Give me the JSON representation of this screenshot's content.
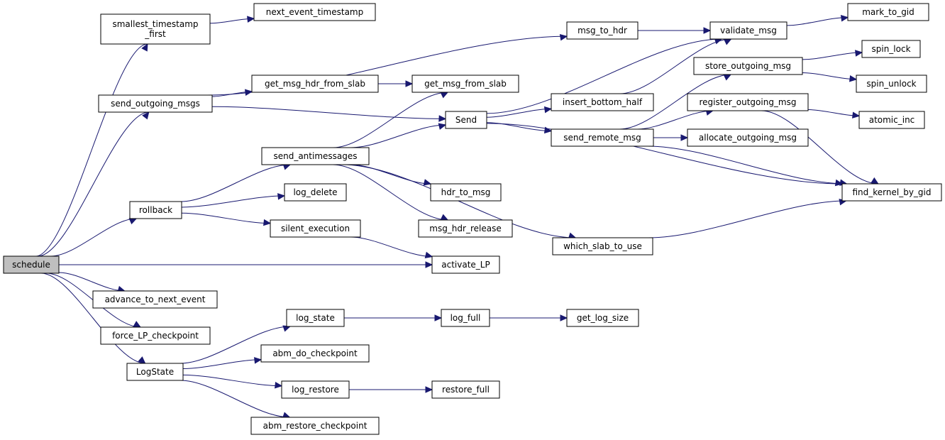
{
  "diagram": {
    "type": "call-graph",
    "nodes": [
      {
        "id": "schedule",
        "label": "schedule",
        "root": true
      },
      {
        "id": "smallest_timestamp_first",
        "label": "smallest_timestamp\n_first"
      },
      {
        "id": "next_event_timestamp",
        "label": "next_event_timestamp"
      },
      {
        "id": "send_outgoing_msgs",
        "label": "send_outgoing_msgs"
      },
      {
        "id": "msg_to_hdr",
        "label": "msg_to_hdr"
      },
      {
        "id": "validate_msg",
        "label": "validate_msg"
      },
      {
        "id": "mark_to_gid",
        "label": "mark_to_gid"
      },
      {
        "id": "get_msg_hdr_from_slab",
        "label": "get_msg_hdr_from_slab"
      },
      {
        "id": "get_msg_from_slab",
        "label": "get_msg_from_slab"
      },
      {
        "id": "Send",
        "label": "Send"
      },
      {
        "id": "insert_bottom_half",
        "label": "insert_bottom_half"
      },
      {
        "id": "store_outgoing_msg",
        "label": "store_outgoing_msg"
      },
      {
        "id": "spin_lock",
        "label": "spin_lock"
      },
      {
        "id": "spin_unlock",
        "label": "spin_unlock"
      },
      {
        "id": "register_outgoing_msg",
        "label": "register_outgoing_msg"
      },
      {
        "id": "atomic_inc",
        "label": "atomic_inc"
      },
      {
        "id": "send_remote_msg",
        "label": "send_remote_msg"
      },
      {
        "id": "allocate_outgoing_msg",
        "label": "allocate_outgoing_msg"
      },
      {
        "id": "find_kernel_by_gid",
        "label": "find_kernel_by_gid"
      },
      {
        "id": "send_antimessages",
        "label": "send_antimessages"
      },
      {
        "id": "hdr_to_msg",
        "label": "hdr_to_msg"
      },
      {
        "id": "msg_hdr_release",
        "label": "msg_hdr_release"
      },
      {
        "id": "rollback",
        "label": "rollback"
      },
      {
        "id": "log_delete",
        "label": "log_delete"
      },
      {
        "id": "silent_execution",
        "label": "silent_execution"
      },
      {
        "id": "which_slab_to_use",
        "label": "which_slab_to_use"
      },
      {
        "id": "activate_LP",
        "label": "activate_LP"
      },
      {
        "id": "advance_to_next_event",
        "label": "advance_to_next_event"
      },
      {
        "id": "force_LP_checkpoint",
        "label": "force_LP_checkpoint"
      },
      {
        "id": "log_state",
        "label": "log_state"
      },
      {
        "id": "log_full",
        "label": "log_full"
      },
      {
        "id": "get_log_size",
        "label": "get_log_size"
      },
      {
        "id": "abm_do_checkpoint",
        "label": "abm_do_checkpoint"
      },
      {
        "id": "LogState",
        "label": "LogState"
      },
      {
        "id": "log_restore",
        "label": "log_restore"
      },
      {
        "id": "restore_full",
        "label": "restore_full"
      },
      {
        "id": "abm_restore_checkpoint",
        "label": "abm_restore_checkpoint"
      }
    ],
    "edges": [
      [
        "schedule",
        "smallest_timestamp_first"
      ],
      [
        "schedule",
        "send_outgoing_msgs"
      ],
      [
        "schedule",
        "rollback"
      ],
      [
        "schedule",
        "activate_LP"
      ],
      [
        "schedule",
        "advance_to_next_event"
      ],
      [
        "schedule",
        "force_LP_checkpoint"
      ],
      [
        "schedule",
        "LogState"
      ],
      [
        "smallest_timestamp_first",
        "next_event_timestamp"
      ],
      [
        "send_outgoing_msgs",
        "msg_to_hdr"
      ],
      [
        "send_outgoing_msgs",
        "get_msg_hdr_from_slab"
      ],
      [
        "send_outgoing_msgs",
        "Send"
      ],
      [
        "msg_to_hdr",
        "validate_msg"
      ],
      [
        "validate_msg",
        "mark_to_gid"
      ],
      [
        "get_msg_hdr_from_slab",
        "get_msg_from_slab"
      ],
      [
        "Send",
        "validate_msg"
      ],
      [
        "Send",
        "insert_bottom_half"
      ],
      [
        "Send",
        "send_remote_msg"
      ],
      [
        "Send",
        "find_kernel_by_gid"
      ],
      [
        "insert_bottom_half",
        "validate_msg"
      ],
      [
        "send_remote_msg",
        "store_outgoing_msg"
      ],
      [
        "send_remote_msg",
        "register_outgoing_msg"
      ],
      [
        "send_remote_msg",
        "allocate_outgoing_msg"
      ],
      [
        "send_remote_msg",
        "find_kernel_by_gid"
      ],
      [
        "store_outgoing_msg",
        "spin_lock"
      ],
      [
        "store_outgoing_msg",
        "spin_unlock"
      ],
      [
        "register_outgoing_msg",
        "atomic_inc"
      ],
      [
        "register_outgoing_msg",
        "find_kernel_by_gid"
      ],
      [
        "send_antimessages",
        "get_msg_from_slab"
      ],
      [
        "send_antimessages",
        "Send"
      ],
      [
        "send_antimessages",
        "hdr_to_msg"
      ],
      [
        "send_antimessages",
        "msg_hdr_release"
      ],
      [
        "send_antimessages",
        "which_slab_to_use"
      ],
      [
        "which_slab_to_use",
        "find_kernel_by_gid"
      ],
      [
        "rollback",
        "send_antimessages"
      ],
      [
        "rollback",
        "log_delete"
      ],
      [
        "rollback",
        "silent_execution"
      ],
      [
        "silent_execution",
        "activate_LP"
      ],
      [
        "LogState",
        "log_state"
      ],
      [
        "LogState",
        "abm_do_checkpoint"
      ],
      [
        "LogState",
        "log_restore"
      ],
      [
        "LogState",
        "abm_restore_checkpoint"
      ],
      [
        "log_state",
        "log_full"
      ],
      [
        "log_full",
        "get_log_size"
      ],
      [
        "log_restore",
        "restore_full"
      ]
    ]
  }
}
